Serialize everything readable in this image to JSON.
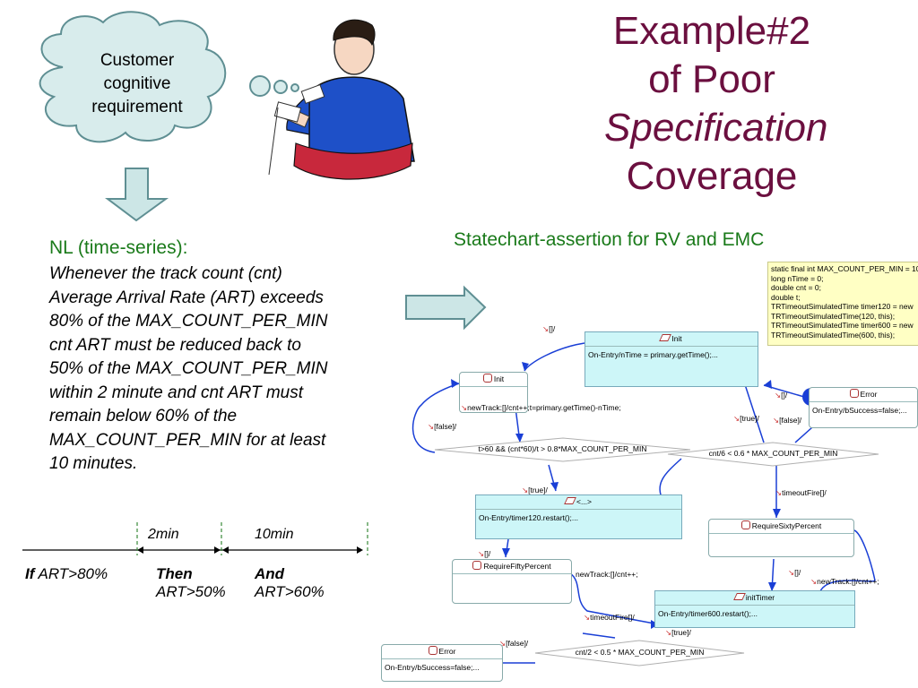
{
  "title": {
    "line1": "Example#2",
    "line2": "of Poor",
    "line3": "Specification",
    "line4": "Coverage"
  },
  "cloud": {
    "line1": "Customer",
    "line2": "cognitive",
    "line3": "requirement"
  },
  "nl": {
    "heading": "NL (time-series):",
    "lines": [
      "Whenever the track count (cnt)",
      "Average Arrival Rate (ART) exceeds",
      "80% of the MAX_COUNT_PER_MIN",
      "cnt ART must be reduced back to",
      "50% of the MAX_COUNT_PER_MIN",
      "within 2 minute and cnt ART must",
      "remain  below 60% of the",
      "MAX_COUNT_PER_MIN for at least",
      "10 minutes."
    ]
  },
  "statechart_heading": "Statechart-assertion for RV and EMC",
  "timeline": {
    "span1": "2min",
    "span2": "10min",
    "if_kw": "If",
    "if_text": " ART>80%",
    "then_kw": "Then",
    "then_text": "ART>50%",
    "and_kw": "And",
    "and_text": "ART>60%"
  },
  "code_note": [
    "static final int MAX_COUNT_PER_MIN = 10",
    "long nTime = 0;",
    "double cnt = 0;",
    "double t;",
    "TRTimeoutSimulatedTime timer120 = new",
    "TRTimeoutSimulatedTime(120, this);",
    "TRTimeoutSimulatedTime timer600 = new",
    "TRTimeoutSimulatedTime(600, this);"
  ],
  "states": {
    "init_left": {
      "name": "Init"
    },
    "init_top": {
      "name": "Init",
      "entry": "On-Entry/nTime = primary.getTime();..."
    },
    "error_right": {
      "name": "Error",
      "entry": "On-Entry/bSuccess=false;..."
    },
    "anon": {
      "name": "<...>",
      "entry": "On-Entry/timer120.restart();..."
    },
    "require_sixty": {
      "name": "RequireSixtyPercent"
    },
    "require_fifty": {
      "name": "RequireFiftyPercent"
    },
    "init_timer": {
      "name": "initTimer",
      "entry": "On-Entry/timer600.restart();..."
    },
    "error_bottom": {
      "name": "Error",
      "entry": "On-Entry/bSuccess=false;..."
    }
  },
  "conditions": {
    "c1": "t>60 && (cnt*60)/t > 0.8*MAX_COUNT_PER_MIN",
    "c2": "cnt/6 < 0.6 * MAX_COUNT_PER_MIN",
    "c3": "cnt/2 < 0.5 * MAX_COUNT_PER_MIN"
  },
  "transitions": {
    "t_empty_top": "[]/",
    "t_empty_right": "[]/",
    "t_newtrack_top": "newTrack:[]/cnt++;t=primary.getTime()-nTime;",
    "t_false_left": "[false]/",
    "t_true_right": "[true]/",
    "t_false_right": "[false]/",
    "t_true_mid": "[true]/",
    "t_timeout_right": "timeoutFire[]/",
    "t_empty_mid": "[]/",
    "t_newtrack_mid": "newTrack:[]/cnt++;",
    "t_empty_lower": "[]/",
    "t_newtrack_lower": "newTrack:[]/cnt++;",
    "t_timeout_bottom": "timeoutFire[]/",
    "t_true_bottom": "[true]/",
    "t_false_bottom": "[false]/"
  }
}
